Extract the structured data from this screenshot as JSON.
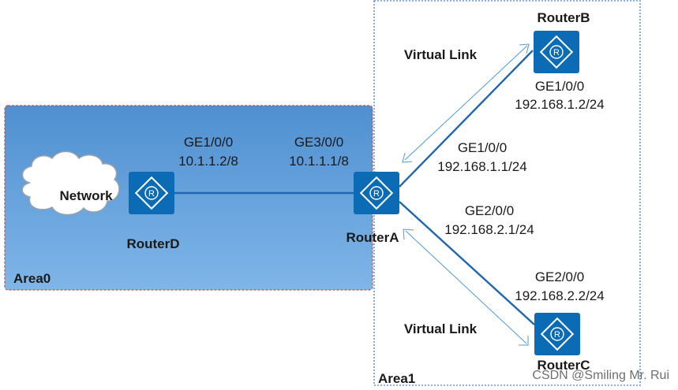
{
  "areas": {
    "area0": "Area0",
    "area1": "Area1"
  },
  "cloud": {
    "label": "Network"
  },
  "routers": {
    "a": {
      "name": "RouterA"
    },
    "b": {
      "name": "RouterB"
    },
    "c": {
      "name": "RouterC"
    },
    "d": {
      "name": "RouterD"
    }
  },
  "interfaces": {
    "d_ge1": {
      "port": "GE1/0/0",
      "ip": "10.1.1.2/8"
    },
    "a_ge3": {
      "port": "GE3/0/0",
      "ip": "10.1.1.1/8"
    },
    "b_ge1": {
      "port": "GE1/0/0",
      "ip": "192.168.1.2/24"
    },
    "a_ge1": {
      "port": "GE1/0/0",
      "ip": "192.168.1.1/24"
    },
    "a_ge2": {
      "port": "GE2/0/0",
      "ip": "192.168.2.1/24"
    },
    "c_ge2": {
      "port": "GE2/0/0",
      "ip": "192.168.2.2/24"
    }
  },
  "virtual_links": {
    "top": "Virtual Link",
    "bottom": "Virtual Link"
  },
  "router_symbol": "R",
  "watermark": "CSDN @Smiling Mr. Rui",
  "colors": {
    "area0_fill": "#5b9bd5",
    "area0_border": "#c0504d",
    "area1_border": "#4a7fc1",
    "router_fill": "#0b6bb5",
    "link": "#1f66b1",
    "virtual_link": "#4f9ad4",
    "text": "#1a1a1a"
  }
}
